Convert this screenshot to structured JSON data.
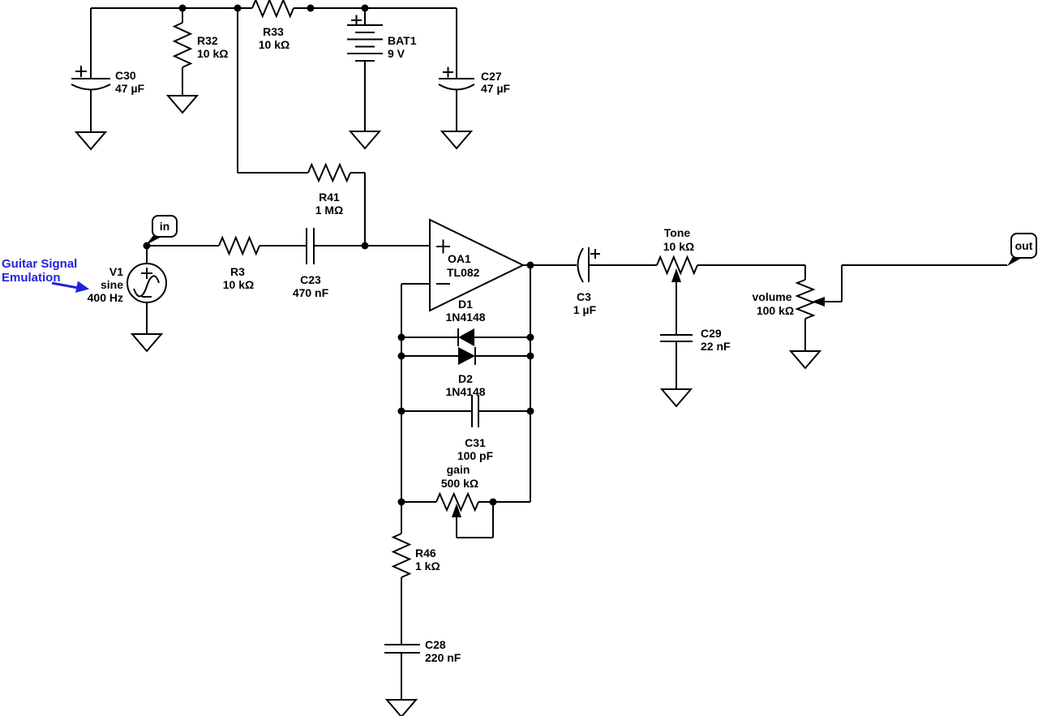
{
  "annotation": {
    "line1": "Guitar Signal",
    "line2": "Emulation",
    "color": "#2222dd"
  },
  "flags": {
    "input": "in",
    "output": "out"
  },
  "components": {
    "c30": {
      "name": "C30",
      "value": "47 µF"
    },
    "r32": {
      "name": "R32",
      "value": "10 kΩ"
    },
    "r33": {
      "name": "R33",
      "value": "10 kΩ"
    },
    "bat1": {
      "name": "BAT1",
      "value": "9 V"
    },
    "c27": {
      "name": "C27",
      "value": "47 µF"
    },
    "r41": {
      "name": "R41",
      "value": "1 MΩ"
    },
    "v1": {
      "name": "V1",
      "type": "sine",
      "value": "400 Hz"
    },
    "r3": {
      "name": "R3",
      "value": "10 kΩ"
    },
    "c23": {
      "name": "C23",
      "value": "470 nF"
    },
    "oa1": {
      "name": "OA1",
      "value": "TL082"
    },
    "d1": {
      "name": "D1",
      "value": "1N4148"
    },
    "d2": {
      "name": "D2",
      "value": "1N4148"
    },
    "c31": {
      "name": "C31",
      "value": "100 pF"
    },
    "gain": {
      "name": "gain",
      "value": "500 kΩ"
    },
    "r46": {
      "name": "R46",
      "value": "1 kΩ"
    },
    "c28": {
      "name": "C28",
      "value": "220 nF"
    },
    "c3": {
      "name": "C3",
      "value": "1 µF"
    },
    "tone": {
      "name": "Tone",
      "value": "10 kΩ"
    },
    "c29": {
      "name": "C29",
      "value": "22 nF"
    },
    "volume": {
      "name": "volume",
      "value": "100 kΩ"
    }
  },
  "colors": {
    "wire": "#000000",
    "background": "#ffffff",
    "annotation": "#2222dd"
  }
}
